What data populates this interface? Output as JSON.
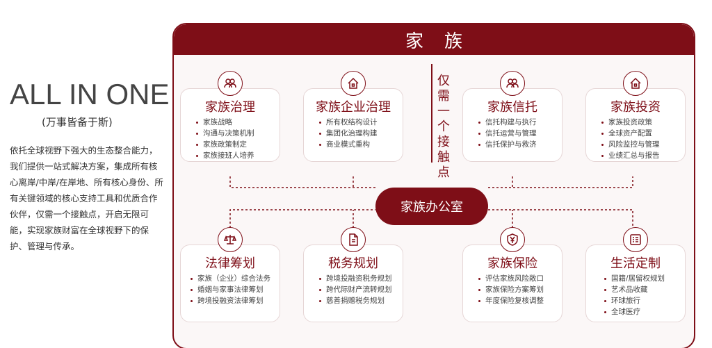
{
  "intro": {
    "title": "ALL IN ONE",
    "subtitle": "(万事皆备于斯)",
    "body": "依托全球视野下强大的生态整合能力，我们提供一站式解决方案，集成所有核心离岸/中岸/在岸地、所有核心身份、所有关键领域的核心支持工具和优质合作伙伴，仅需一个接触点，开启无限可能，实现家族财富在全球视野下的保护、管理与传承。"
  },
  "panel": {
    "title": "家族",
    "vertical_text": "仅需一个接触点",
    "hub": "家族办公室"
  },
  "cards_top": [
    {
      "title": "家族治理",
      "icon": "users-icon",
      "items": [
        "家族战略",
        "沟通与决策机制",
        "家族政策制定",
        "家族接班人培养"
      ]
    },
    {
      "title": "家族企业治理",
      "icon": "home-icon",
      "items": [
        "所有权结构设计",
        "集团化治理构建",
        "商业模式重构"
      ]
    },
    {
      "title": "家族信托",
      "icon": "users-icon",
      "items": [
        "信托构建与执行",
        "信托运营与管理",
        "信托保护与救济"
      ]
    },
    {
      "title": "家族投资",
      "icon": "home-icon",
      "items": [
        "家族投资政策",
        "全球资产配置",
        "风险监控与管理",
        "业绩汇总与报告"
      ]
    }
  ],
  "cards_bottom": [
    {
      "title": "法律筹划",
      "icon": "scale-icon",
      "items": [
        "家族（企业）综合法务",
        "婚姻与家事法律筹划",
        "跨境投融资法律筹划"
      ]
    },
    {
      "title": "税务规划",
      "icon": "document-icon",
      "items": [
        "跨境投融资税务规划",
        "跨代际财产流转规划",
        "慈善捐赠税务规划"
      ]
    },
    {
      "title": "家族保险",
      "icon": "yen-shield-icon",
      "items": [
        "评估家族风险敞口",
        "家族保险方案筹划",
        "年度保险复核调整"
      ]
    },
    {
      "title": "生活定制",
      "icon": "checklist-icon",
      "items": [
        "国籍/居留权规划",
        "艺术品收藏",
        "环球旅行",
        "全球医疗"
      ]
    }
  ],
  "colors": {
    "accent": "#7e0e17",
    "panel_bg": "#fbf7f7"
  }
}
